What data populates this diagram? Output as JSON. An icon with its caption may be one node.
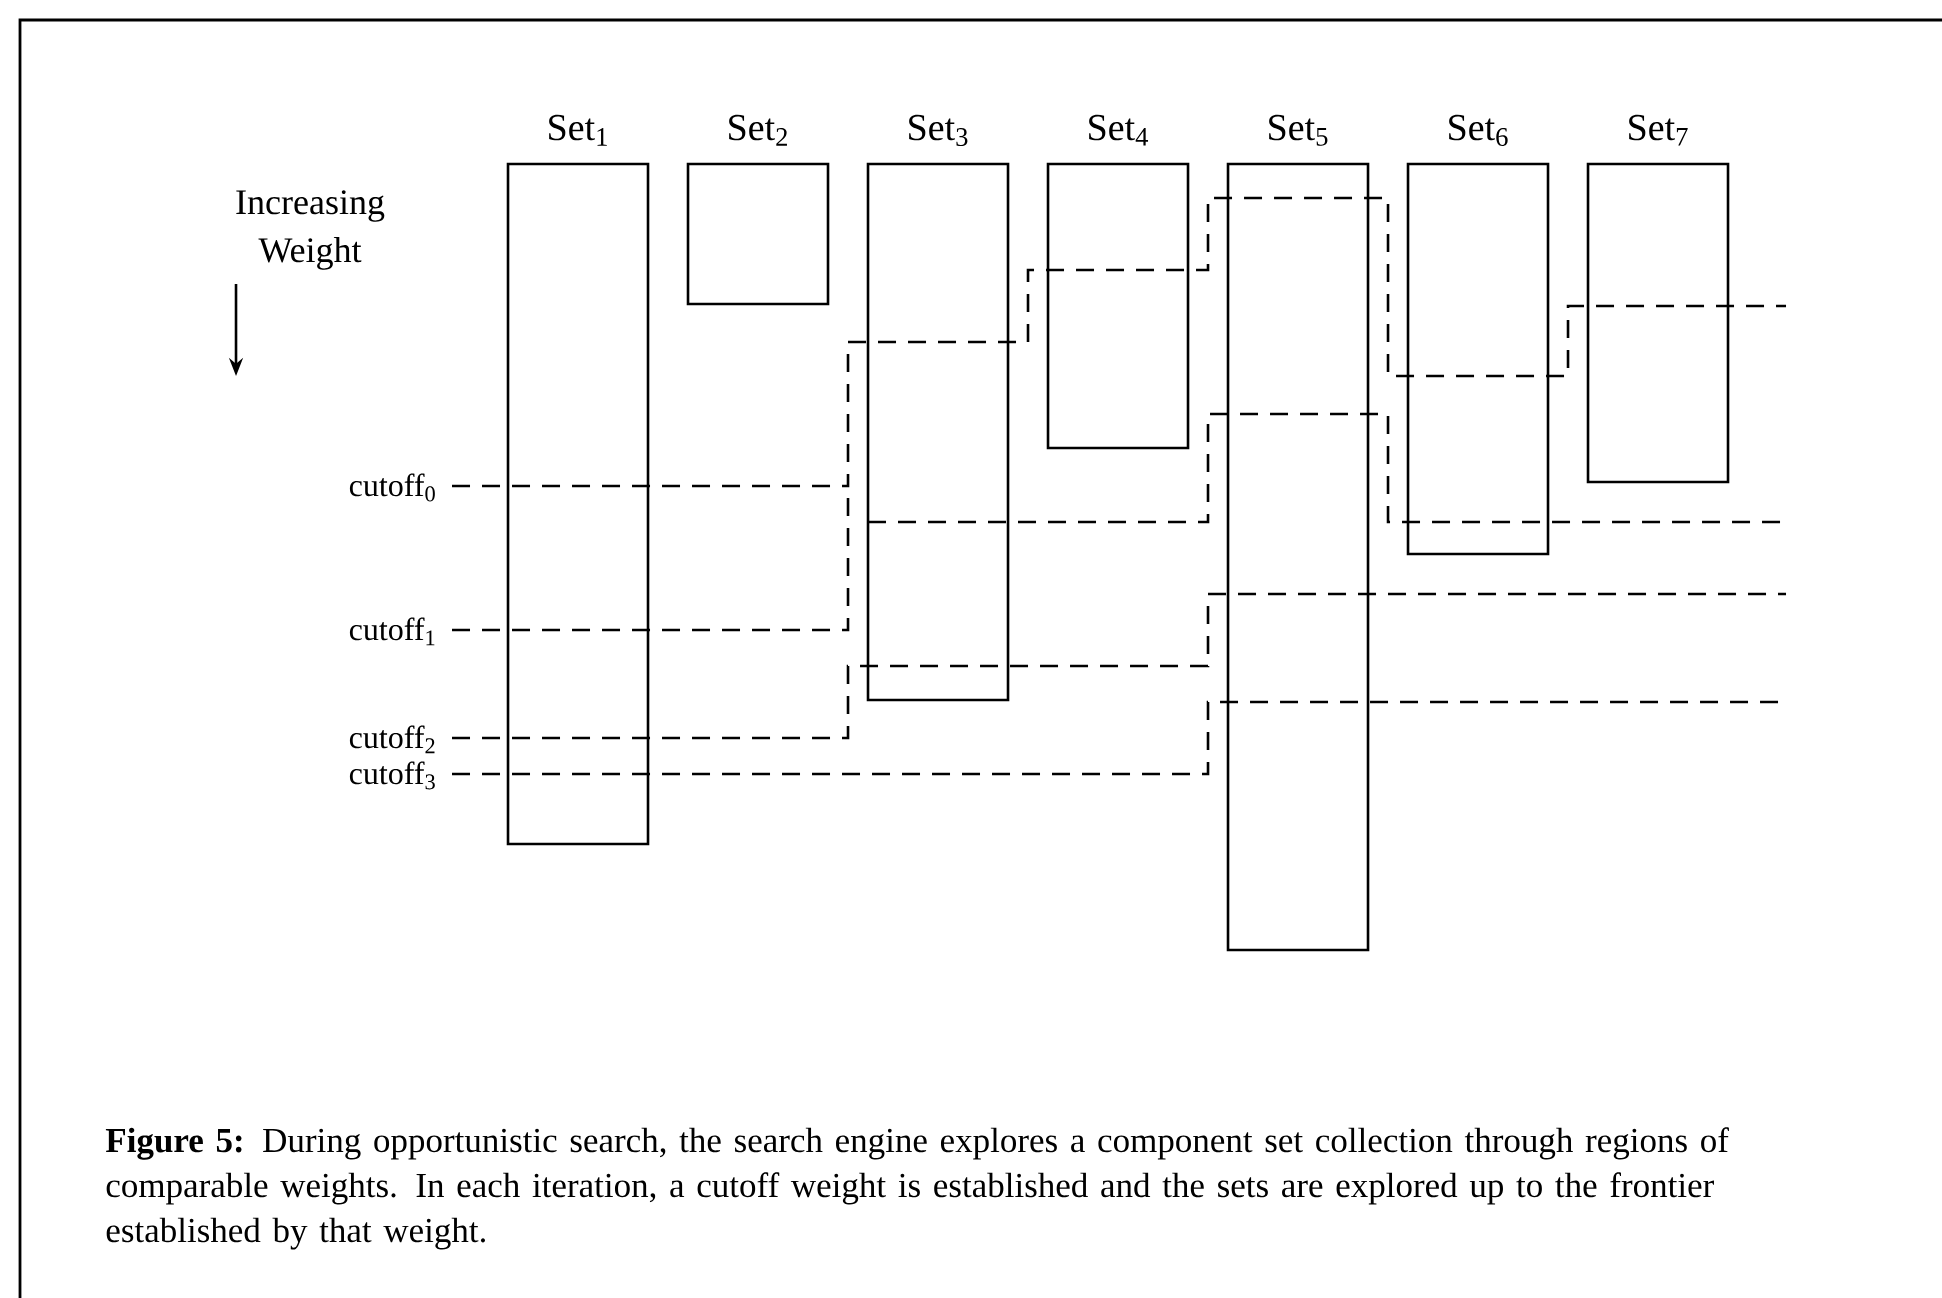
{
  "diagram": {
    "caption": "**Figure 5:**  During opportunistic search, the search engine explores a component set collection through regions of comparable weights.  In each iteration, a cutoff weight is established and the sets are explored up to the frontier established by that weight.",
    "nodes": [
      {
        "text": [
          "Set$_{1}$"
        ]
      },
      {
        "text": [
          "Set$_{2}$"
        ]
      },
      {
        "text": [
          "Set$_{3}$"
        ]
      },
      {
        "text": [
          "Set$_{4}$"
        ]
      },
      {
        "text": [
          "Set$_{5}$"
        ]
      },
      {
        "text": [
          "Set$_{6}$"
        ]
      },
      {
        "text": [
          "Set$_{7}$"
        ]
      }
    ],
    "labels": [
      "Increasing Weight",
      "cutoff$_{0}$",
      "cutoff$_{1}$",
      "cutoff$_{2}$",
      "cutoff$_{3}$"
    ]
  }
}
